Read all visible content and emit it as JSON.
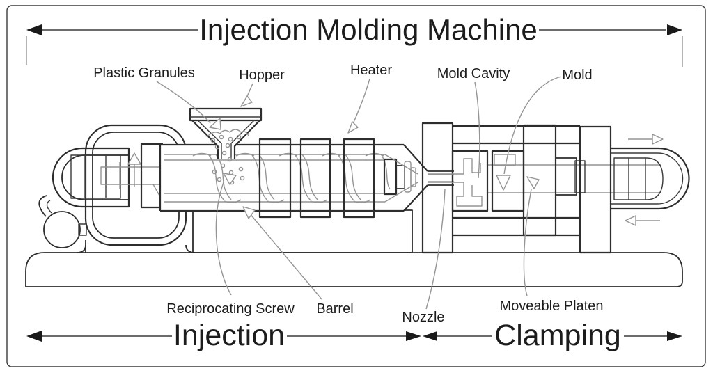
{
  "diagram": {
    "title": "Injection Molding Machine",
    "sections": {
      "injection": "Injection",
      "clamping": "Clamping"
    },
    "labels": {
      "plastic_granules": "Plastic Granules",
      "hopper": "Hopper",
      "heater": "Heater",
      "mold_cavity": "Mold Cavity",
      "mold": "Mold",
      "reciprocating_screw": "Reciprocating Screw",
      "barrel": "Barrel",
      "nozzle": "Nozzle",
      "moveable_platen": "Moveable Platen"
    },
    "colors": {
      "line": "#2d2d2d",
      "leader": "#949494",
      "text": "#1c1c1c",
      "background": "#ffffff"
    }
  }
}
